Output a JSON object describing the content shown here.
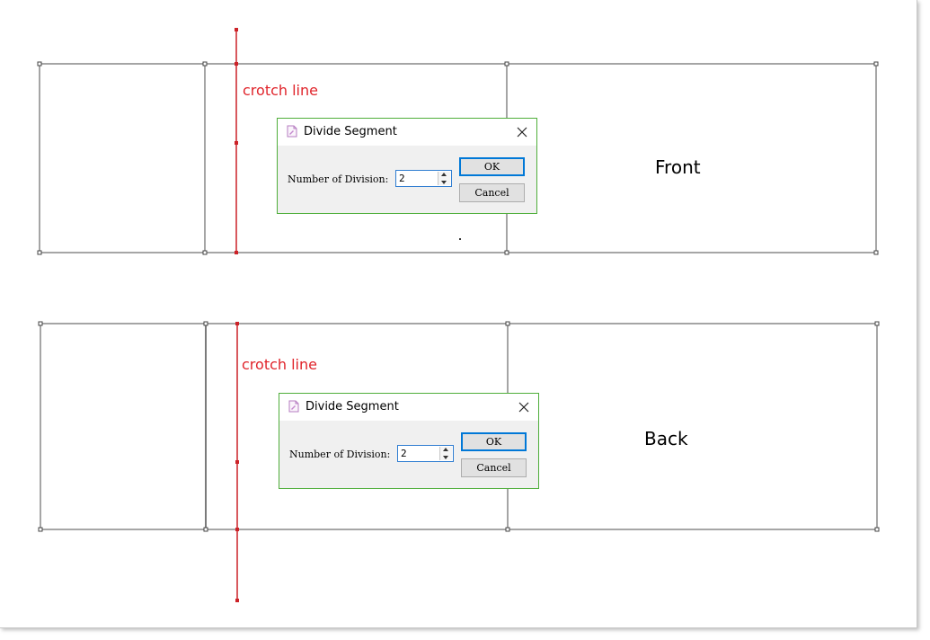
{
  "canvas": {
    "crotch_label": "crotch line",
    "front_label": "Front",
    "back_label": "Back"
  },
  "dialogs": [
    {
      "title": "Divide Segment",
      "field_label": "Number of Division:",
      "division_value": "2",
      "ok_label": "OK",
      "cancel_label": "Cancel"
    },
    {
      "title": "Divide Segment",
      "field_label": "Number of Division:",
      "division_value": "2",
      "ok_label": "OK",
      "cancel_label": "Cancel"
    }
  ],
  "colors": {
    "crotch_line": "#cc2228",
    "dialog_border": "#4fae3a",
    "focus_blue": "#0078d7",
    "outline": "#6a6a6a"
  }
}
